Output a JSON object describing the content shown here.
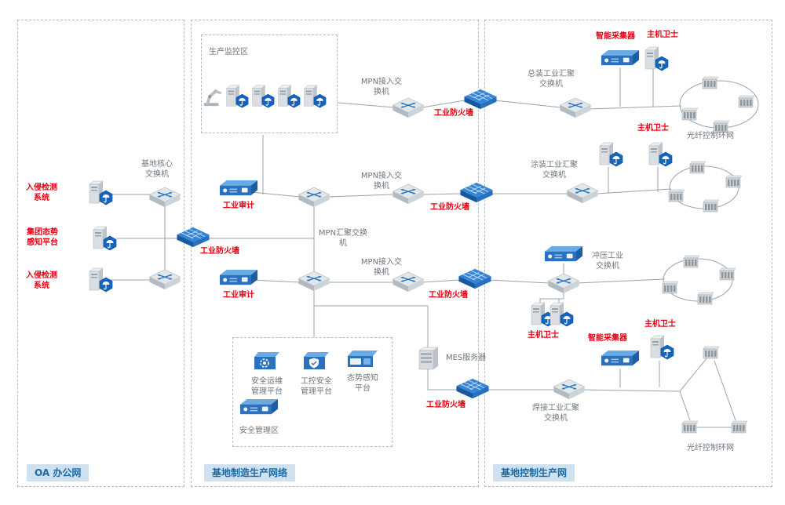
{
  "colors": {
    "alert_red": "#e60012",
    "device_blue": "#2a72c0",
    "line_gray": "#9aa3ab",
    "zone_tag_bg": "#cfe0ee",
    "zone_tag_text": "#1a6aa6"
  },
  "zones": {
    "oa": {
      "tag": "OA 办公网",
      "ids_top": "入侵检测系统",
      "situation_platform": "集团态势感知平台",
      "ids_bottom": "入侵检测系统",
      "core_switch": "基地核心交换机",
      "firewall": "工业防火墙"
    },
    "mfg": {
      "tag": "基地制造生产网络",
      "monitoring_area": "生产监控区",
      "audit": "工业审计",
      "mpn_agg_switch": "MPN汇聚交换机",
      "mpn_access_switch": "MPN接入交换机",
      "firewall": "工业防火墙",
      "security_area": "安全管理区",
      "sec_ops_platform": "安全运维管理平台",
      "ics_security_platform": "工控安全管理平台",
      "situational_platform": "态势感知平台",
      "mes_server": "MES服务器"
    },
    "ctrl": {
      "tag": "基地控制生产网",
      "collector": "智能采集器",
      "host_guard": "主机卫士",
      "assembly_switch": "总装工业汇聚交换机",
      "paint_switch": "涂装工业汇聚交换机",
      "stamping_switch": "冲压工业交换机",
      "welding_switch": "焊接工业汇聚交换机",
      "fiber_ring": "光纤控制环网"
    }
  }
}
